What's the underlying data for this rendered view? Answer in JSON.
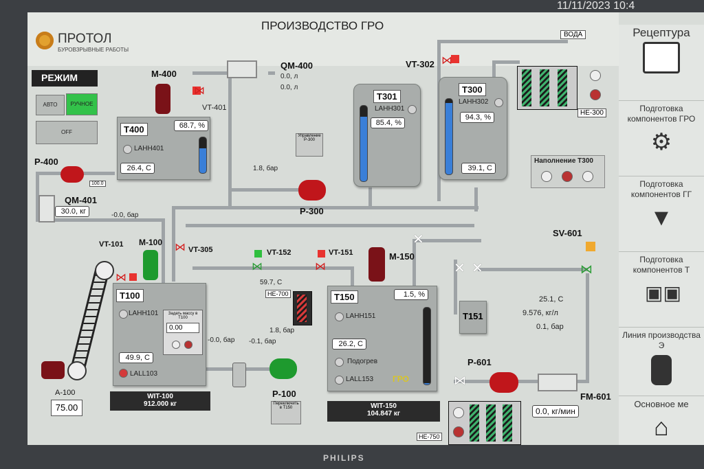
{
  "monitor": {
    "brand": "PHILIPS",
    "clock": "11/11/2023 10:4"
  },
  "header": {
    "title": "ПРОИЗВОДСТВО ГРО",
    "logo_name": "ПРОТОЛ",
    "logo_sub": "БУРОВЗРЫВНЫЕ РАБОТЫ"
  },
  "mode": {
    "label": "РЕЖИМ",
    "buttons": [
      "АВТО",
      "РУЧНОЕ",
      "OFF"
    ]
  },
  "water": "ВОДА",
  "tanks": {
    "T400": {
      "name": "T400",
      "level": "68.7, %",
      "level_value": 68.7,
      "sensor": "LAHH401",
      "temp": "26.4, С"
    },
    "T301": {
      "name": "T301",
      "sensor": "LAHH301",
      "level": "85.4, %",
      "level_value": 85.4
    },
    "T300": {
      "name": "T300",
      "sensor": "LAHH302",
      "level": "94.3, %",
      "level_value": 94.3,
      "temp": "39.1, С"
    },
    "T100": {
      "name": "T100",
      "sensor_high": "LAHH101",
      "sensor_low": "LALL103",
      "temp": "49.9, С",
      "set_label": "Задать массу в T100",
      "set_value": "0.00"
    },
    "T150": {
      "name": "T150",
      "level": "1.5, %",
      "level_value": 1.5,
      "sensor_high": "LAHH151",
      "temp": "26.2, С",
      "heat": "Подогрев",
      "sensor_low": "LALL153",
      "product": "ГРО"
    },
    "T151": {
      "name": "T151"
    }
  },
  "equipment": {
    "M400": "M-400",
    "VT401": "VT-401",
    "QM400": "QM-400",
    "QM400_v1": "0.0, л",
    "QM400_v2": "0.0, л",
    "P400": "P-400",
    "P400_val": "100.0",
    "QM401": "QM-401",
    "QM401_val": "30.0, кг",
    "QM401_p": "-0.0, бар",
    "P300": "P-300",
    "P300_ctrl": "Управление P-300",
    "P300_p": "1.8, бар",
    "VT302": "VT-302",
    "HE300": "HE-300",
    "fill_T300": "Наполнение T300",
    "VT101": "VT-101",
    "M100": "M-100",
    "VT305": "VT-305",
    "VT152": "VT-152",
    "VT151": "VT-151",
    "M150": "M-150",
    "HE700": "HE-700",
    "HE700_temp": "59.7, С",
    "HE700_p": "1.8, бар",
    "p_a": "-0.0, бар",
    "p_b": "-0.1, бар",
    "P100": "P-100",
    "P100_sw": "Переключить в T150",
    "A100": "A-100",
    "A100_val": "75.00",
    "WIT100": "WIT-100",
    "WIT100_val": "912.000  кг",
    "WIT150": "WIT-150",
    "WIT150_val": "104.847  кг",
    "SV601": "SV-601",
    "SV601_t": "25.1, С",
    "SV601_f": "9.576, кг/л",
    "SV601_p": "0.1, бар",
    "P601": "P-601",
    "FM601": "FM-601",
    "FM601_val": "0.0, кг/мин",
    "HE750": "HE-750"
  },
  "sidebar": {
    "title": "Рецептура",
    "items": [
      "Подготовка компонентов ГРО",
      "Подготовка компонентов ГГ",
      "Подготовка компонентов Т",
      "Линия производства Э",
      "Основное ме"
    ]
  },
  "colors": {
    "pipe": "#9ea3a6",
    "screen": "#d8dcd8",
    "level_fill": "#3a7fd8",
    "motor_red": "#c0161b",
    "motor_green": "#1e9a2e"
  }
}
